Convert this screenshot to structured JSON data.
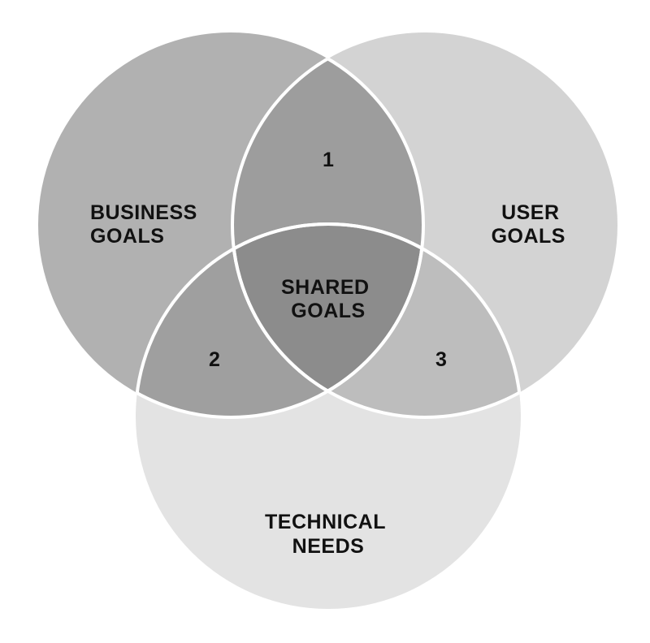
{
  "diagram": {
    "circles": [
      {
        "id": "business",
        "label_lines": [
          "BUSINESS",
          "GOALS"
        ],
        "fill": "#b1b1b1"
      },
      {
        "id": "user",
        "label_lines": [
          "USER",
          "GOALS"
        ],
        "fill": "#d3d3d3"
      },
      {
        "id": "technical",
        "label_lines": [
          "TECHNICAL",
          "NEEDS"
        ],
        "fill": "#e3e3e3"
      }
    ],
    "overlaps": [
      {
        "id": "business-user",
        "label": "1",
        "fill": "#9d9d9d"
      },
      {
        "id": "business-technical",
        "label": "2",
        "fill": "#9f9f9f"
      },
      {
        "id": "user-technical",
        "label": "3",
        "fill": "#bdbdbd"
      },
      {
        "id": "center",
        "label_lines": [
          "SHARED",
          "GOALS"
        ],
        "fill": "#8c8c8c"
      }
    ],
    "stroke_color": "#ffffff"
  }
}
